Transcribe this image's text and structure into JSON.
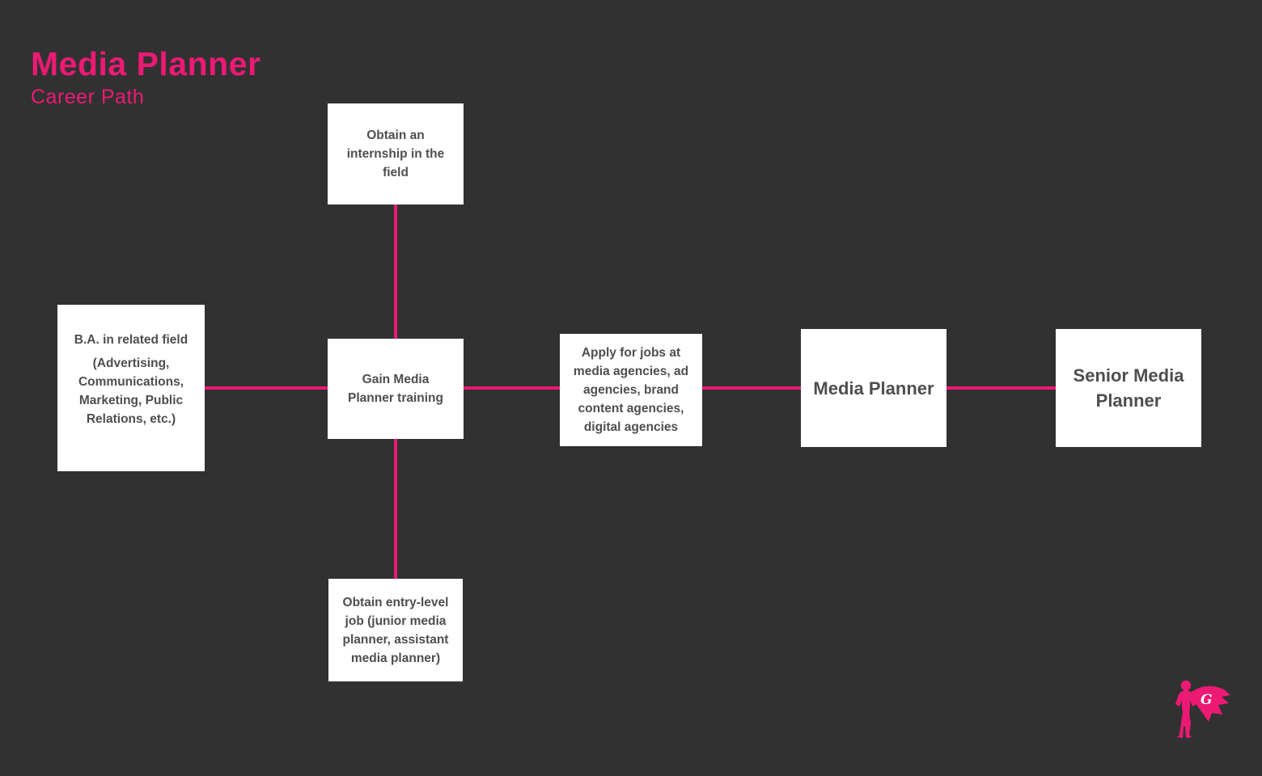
{
  "header": {
    "title": "Media Planner",
    "subtitle": "Career Path"
  },
  "colors": {
    "background": "#323132",
    "accent": "#EC1A74",
    "node_bg": "#FFFFFF",
    "node_text": "#4E4E50"
  },
  "diagram": {
    "nodes": {
      "internship": {
        "text": "Obtain an\ninternship in the\nfield"
      },
      "degree": {
        "title": "B.A. in related field",
        "detail": "(Advertising,\nCommunications,\nMarketing, Public\nRelations, etc.)"
      },
      "training": {
        "text": "Gain Media\nPlanner training"
      },
      "apply": {
        "text": "Apply for jobs at\nmedia agencies, ad\nagencies, brand\ncontent agencies,\ndigital agencies"
      },
      "media_planner": {
        "text": "Media Planner"
      },
      "senior_media_planner": {
        "text": "Senior Media\nPlanner"
      },
      "entry_level": {
        "text": "Obtain entry-level\njob (junior media\nplanner, assistant\nmedia planner)"
      }
    }
  },
  "logo": {
    "letter": "G"
  }
}
